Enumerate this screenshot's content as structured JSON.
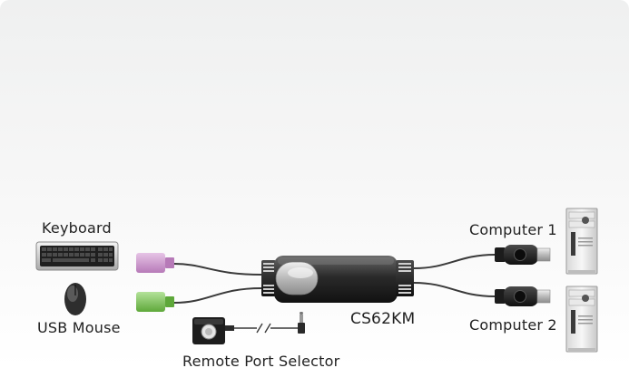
{
  "labels": {
    "keyboard": "Keyboard",
    "usb_mouse": "USB Mouse",
    "computer_1": "Computer 1",
    "computer_2": "Computer 2",
    "kvm_model": "CS62KM",
    "remote_port_selector": "Remote Port Selector"
  },
  "icons": {
    "keyboard": "keyboard-icon",
    "mouse": "mouse-icon",
    "kvm": "kvm-switch-icon",
    "computer": "computer-tower-icon",
    "remote": "remote-selector-icon"
  },
  "colors": {
    "keyboard_connector": "#c98fca",
    "mouse_connector": "#7fc35a",
    "cable": "#3a3a3a",
    "switch_body": "#2b2b2b",
    "background": "#f3f3f3"
  }
}
